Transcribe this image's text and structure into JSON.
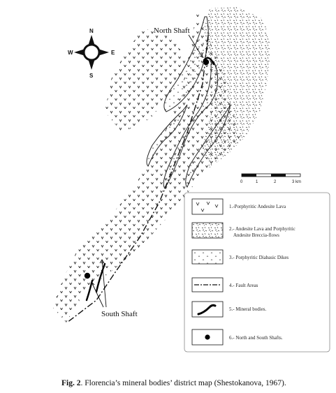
{
  "compass": {
    "north": "N",
    "south": "S",
    "east": "E",
    "west": "W"
  },
  "labels": {
    "north_shaft": "North Shaft",
    "south_shaft": "South Shaft"
  },
  "scale_bar": {
    "ticks": [
      "0",
      "1",
      "2",
      "3 km"
    ]
  },
  "legend": {
    "items": [
      {
        "symbol": "v-icon",
        "lines": [
          "1.-Porphyritic Andesite Lava"
        ]
      },
      {
        "symbol": "breccia-icon",
        "lines": [
          "2.- Andesite Lava and Porphyritic",
          "Andesite Breccia-flows"
        ]
      },
      {
        "symbol": "dike-icon",
        "lines": [
          "3.- Porphyritic Diabasic Dikes"
        ]
      },
      {
        "symbol": "fault-icon",
        "lines": [
          "4.- Fault Areas"
        ]
      },
      {
        "symbol": "mineral-body-icon",
        "lines": [
          "5.- Mineral bodies."
        ]
      },
      {
        "symbol": "shaft-icon",
        "lines": [
          "6.- North and South Shafts."
        ]
      }
    ]
  },
  "caption": {
    "prefix": "Fig. 2",
    "text": ". Florencia’s mineral bodies’ district map (Shestokanova, 1967)."
  }
}
